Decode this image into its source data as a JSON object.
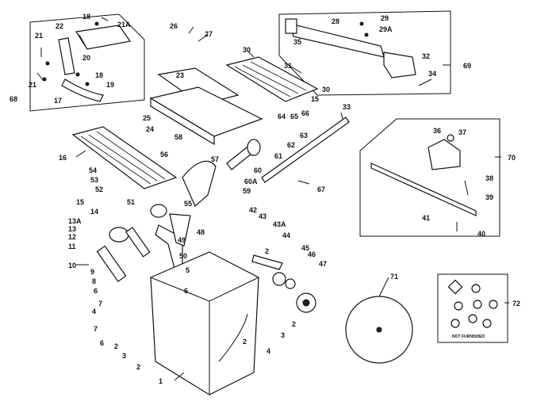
{
  "labels": {
    "l1": "1",
    "l2a": "2",
    "l2b": "2",
    "l2c": "2",
    "l2d": "2",
    "l2e": "2",
    "l3a": "3",
    "l3b": "3",
    "l4a": "4",
    "l4b": "4",
    "l5": "5",
    "l6a": "6",
    "l6b": "6",
    "l6c": "6",
    "l7a": "7",
    "l7b": "7",
    "l8": "8",
    "l9": "9",
    "l10": "10",
    "l11": "11",
    "l12": "12",
    "l13": "13",
    "l13a": "13A",
    "l14": "14",
    "l15a": "15",
    "l15b": "15",
    "l16": "16",
    "l17": "17",
    "l18a": "18",
    "l18b": "18",
    "l19": "19",
    "l20": "20",
    "l21a": "21",
    "l21b": "21",
    "l21c": "21A",
    "l22": "22",
    "l23": "23",
    "l24": "24",
    "l25": "25",
    "l26": "26",
    "l27": "27",
    "l28": "28",
    "l29": "29",
    "l29a": "29A",
    "l30a": "30",
    "l30b": "30",
    "l31": "31",
    "l32": "32",
    "l33": "33",
    "l34": "34",
    "l35": "35",
    "l36": "36",
    "l37": "37",
    "l38": "38",
    "l39": "39",
    "l40": "40",
    "l41": "41",
    "l42": "42",
    "l43": "43",
    "l43a": "43A",
    "l44": "44",
    "l45": "45",
    "l46": "46",
    "l47": "47",
    "l48": "48",
    "l49": "49",
    "l50": "50",
    "l51": "51",
    "l52": "52",
    "l53": "53",
    "l54": "54",
    "l55": "55",
    "l56": "56",
    "l57": "57",
    "l58": "58",
    "l59": "59",
    "l60": "60",
    "l60a": "60A",
    "l61": "61",
    "l62": "62",
    "l63": "63",
    "l64": "64",
    "l65": "65",
    "l66": "66",
    "l67": "67",
    "l68": "68",
    "l69": "69",
    "l70": "70",
    "l71": "71",
    "l72": "72"
  },
  "kit_note": "NOT FURNISHED"
}
